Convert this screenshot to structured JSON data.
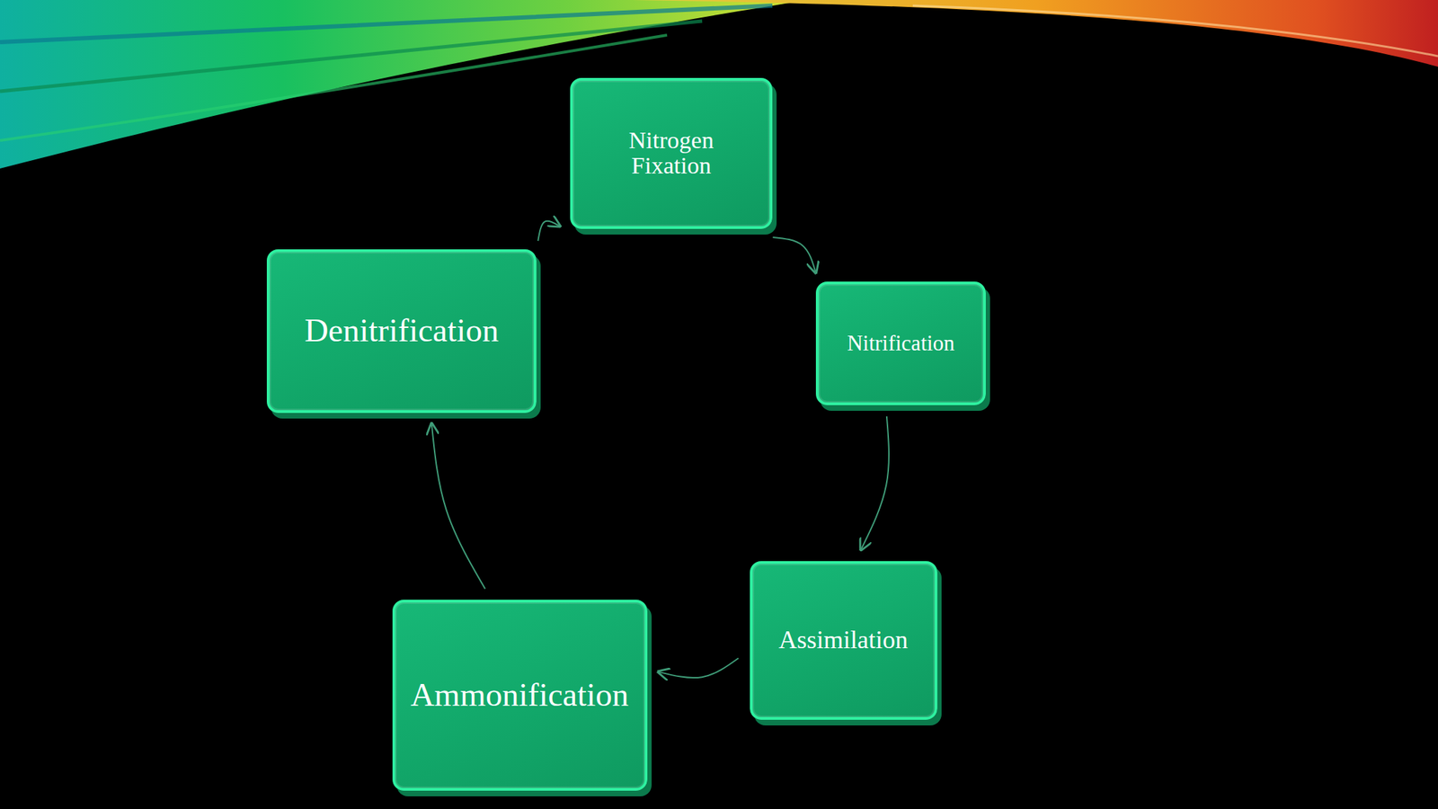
{
  "diagram": {
    "nodes": [
      {
        "text": [
          "Nitrogen Fixation"
        ]
      },
      {
        "text": [
          "Nitrification"
        ]
      },
      {
        "text": [
          "Assimilation"
        ]
      },
      {
        "text": [
          "Ammonification"
        ]
      },
      {
        "text": [
          "Denitrification"
        ]
      }
    ],
    "edges": [
      {
        "from": 0,
        "to": 1,
        "arrow": "to"
      },
      {
        "from": 1,
        "to": 2,
        "arrow": "to"
      },
      {
        "from": 2,
        "to": 3,
        "arrow": "to"
      },
      {
        "from": 3,
        "to": 4,
        "arrow": "to"
      },
      {
        "from": 4,
        "to": 0,
        "arrow": "to"
      }
    ]
  }
}
